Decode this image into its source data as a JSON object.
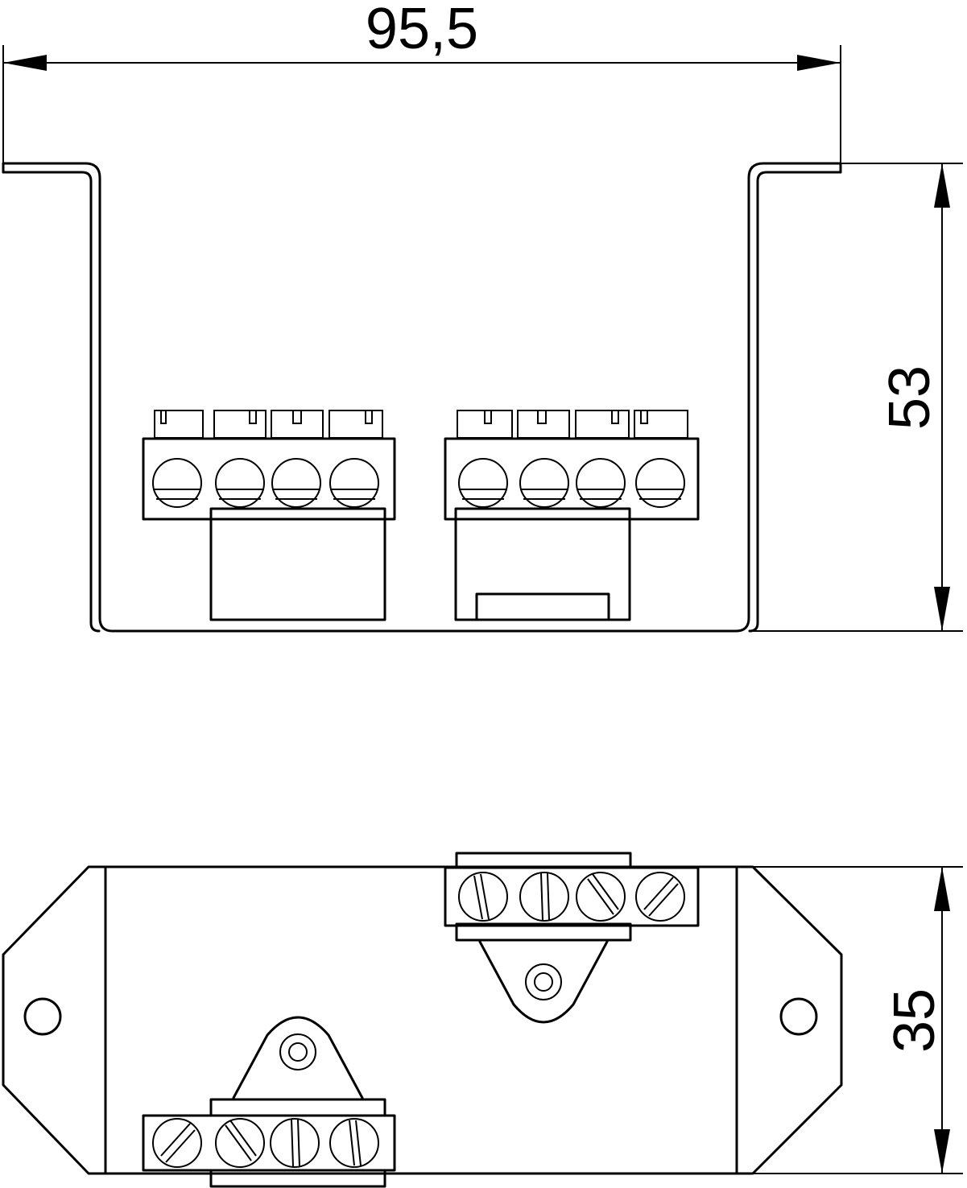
{
  "drawing": {
    "dimensions": {
      "width": "95,5",
      "height": "53",
      "depth": "35"
    },
    "colors": {
      "line": "#000000",
      "background": "#ffffff"
    }
  }
}
